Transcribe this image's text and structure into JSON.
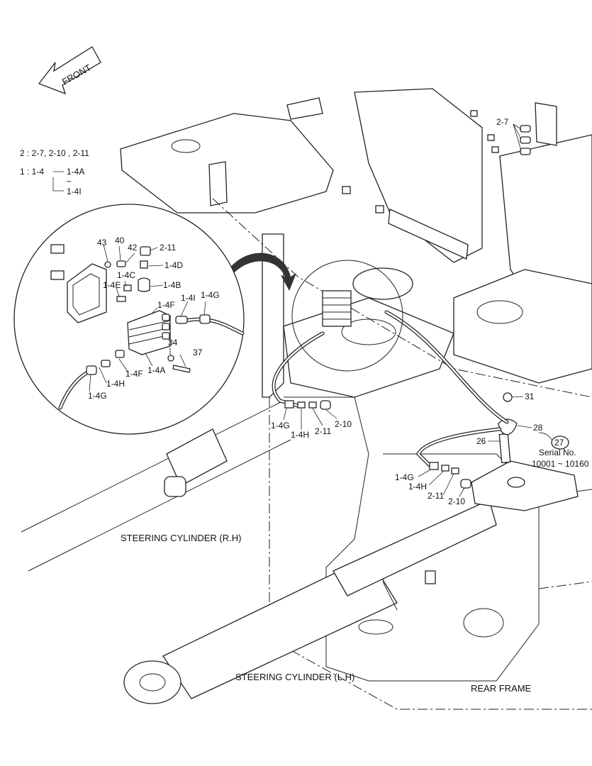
{
  "front_arrow": {
    "label": "FRONT"
  },
  "legend": {
    "line1": "2 : 2-7, 2-10 , 2-11",
    "line2_prefix": "1 : 1-4",
    "line2_a": "1-4A",
    "line2_tilde": "~",
    "line2_b": "1-4I"
  },
  "detail_labels": [
    "43",
    "40",
    "42",
    "2-11",
    "1-4D",
    "1-4C",
    "1-4E",
    "1-4B",
    "1-4I",
    "1-4G",
    "1-4F",
    "34",
    "37",
    "1-4H",
    "1-4F",
    "1-4A",
    "1-4G"
  ],
  "main_labels": {
    "p2_7": "2-7",
    "l1_4g_a": "1-4G",
    "l1_4h_a": "1-4H",
    "l2_11_a": "2-11",
    "l2_10_a": "2-10",
    "l31": "31",
    "l28": "28",
    "l27": "27",
    "l26": "26",
    "serial_a": "Serial No.",
    "serial_b": "10001 ~ 10160",
    "l1_4g_b": "1-4G",
    "l1_4h_b": "1-4H",
    "l2_11_b": "2-11",
    "l2_10_b": "2-10"
  },
  "captions": {
    "steer_rh": "STEERING CYLINDER (R.H)",
    "steer_lh": "STEERING CYLINDER (L.H)",
    "rear_frame": "REAR FRAME"
  }
}
